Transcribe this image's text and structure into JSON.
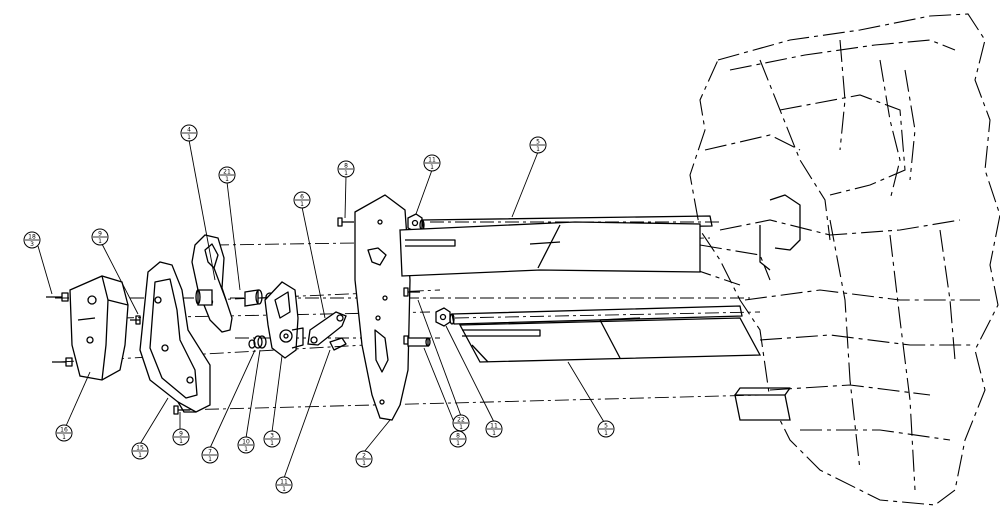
{
  "callouts": [
    {
      "id": "c18",
      "num": "18",
      "qty": "3"
    },
    {
      "id": "c9a",
      "num": "9",
      "qty": "1"
    },
    {
      "id": "c16",
      "num": "16",
      "qty": "1"
    },
    {
      "id": "c15",
      "num": "15",
      "qty": "1"
    },
    {
      "id": "c9b",
      "num": "9",
      "qty": "1"
    },
    {
      "id": "c4",
      "num": "4",
      "qty": "1"
    },
    {
      "id": "c21",
      "num": "21",
      "qty": "1"
    },
    {
      "id": "c7",
      "num": "7",
      "qty": "1"
    },
    {
      "id": "c10",
      "num": "10",
      "qty": "1"
    },
    {
      "id": "c3",
      "num": "3",
      "qty": "1"
    },
    {
      "id": "c6",
      "num": "6",
      "qty": "1"
    },
    {
      "id": "c11a",
      "num": "11",
      "qty": "1"
    },
    {
      "id": "c8a",
      "num": "8",
      "qty": "1"
    },
    {
      "id": "c2",
      "num": "2",
      "qty": "1"
    },
    {
      "id": "c11b",
      "num": "11",
      "qty": "1"
    },
    {
      "id": "c22",
      "num": "22",
      "qty": "1"
    },
    {
      "id": "c8b",
      "num": "8",
      "qty": "1"
    },
    {
      "id": "c11c",
      "num": "11",
      "qty": "1"
    },
    {
      "id": "c5a",
      "num": "5",
      "qty": "1"
    },
    {
      "id": "c5b",
      "num": "5",
      "qty": "1"
    }
  ]
}
